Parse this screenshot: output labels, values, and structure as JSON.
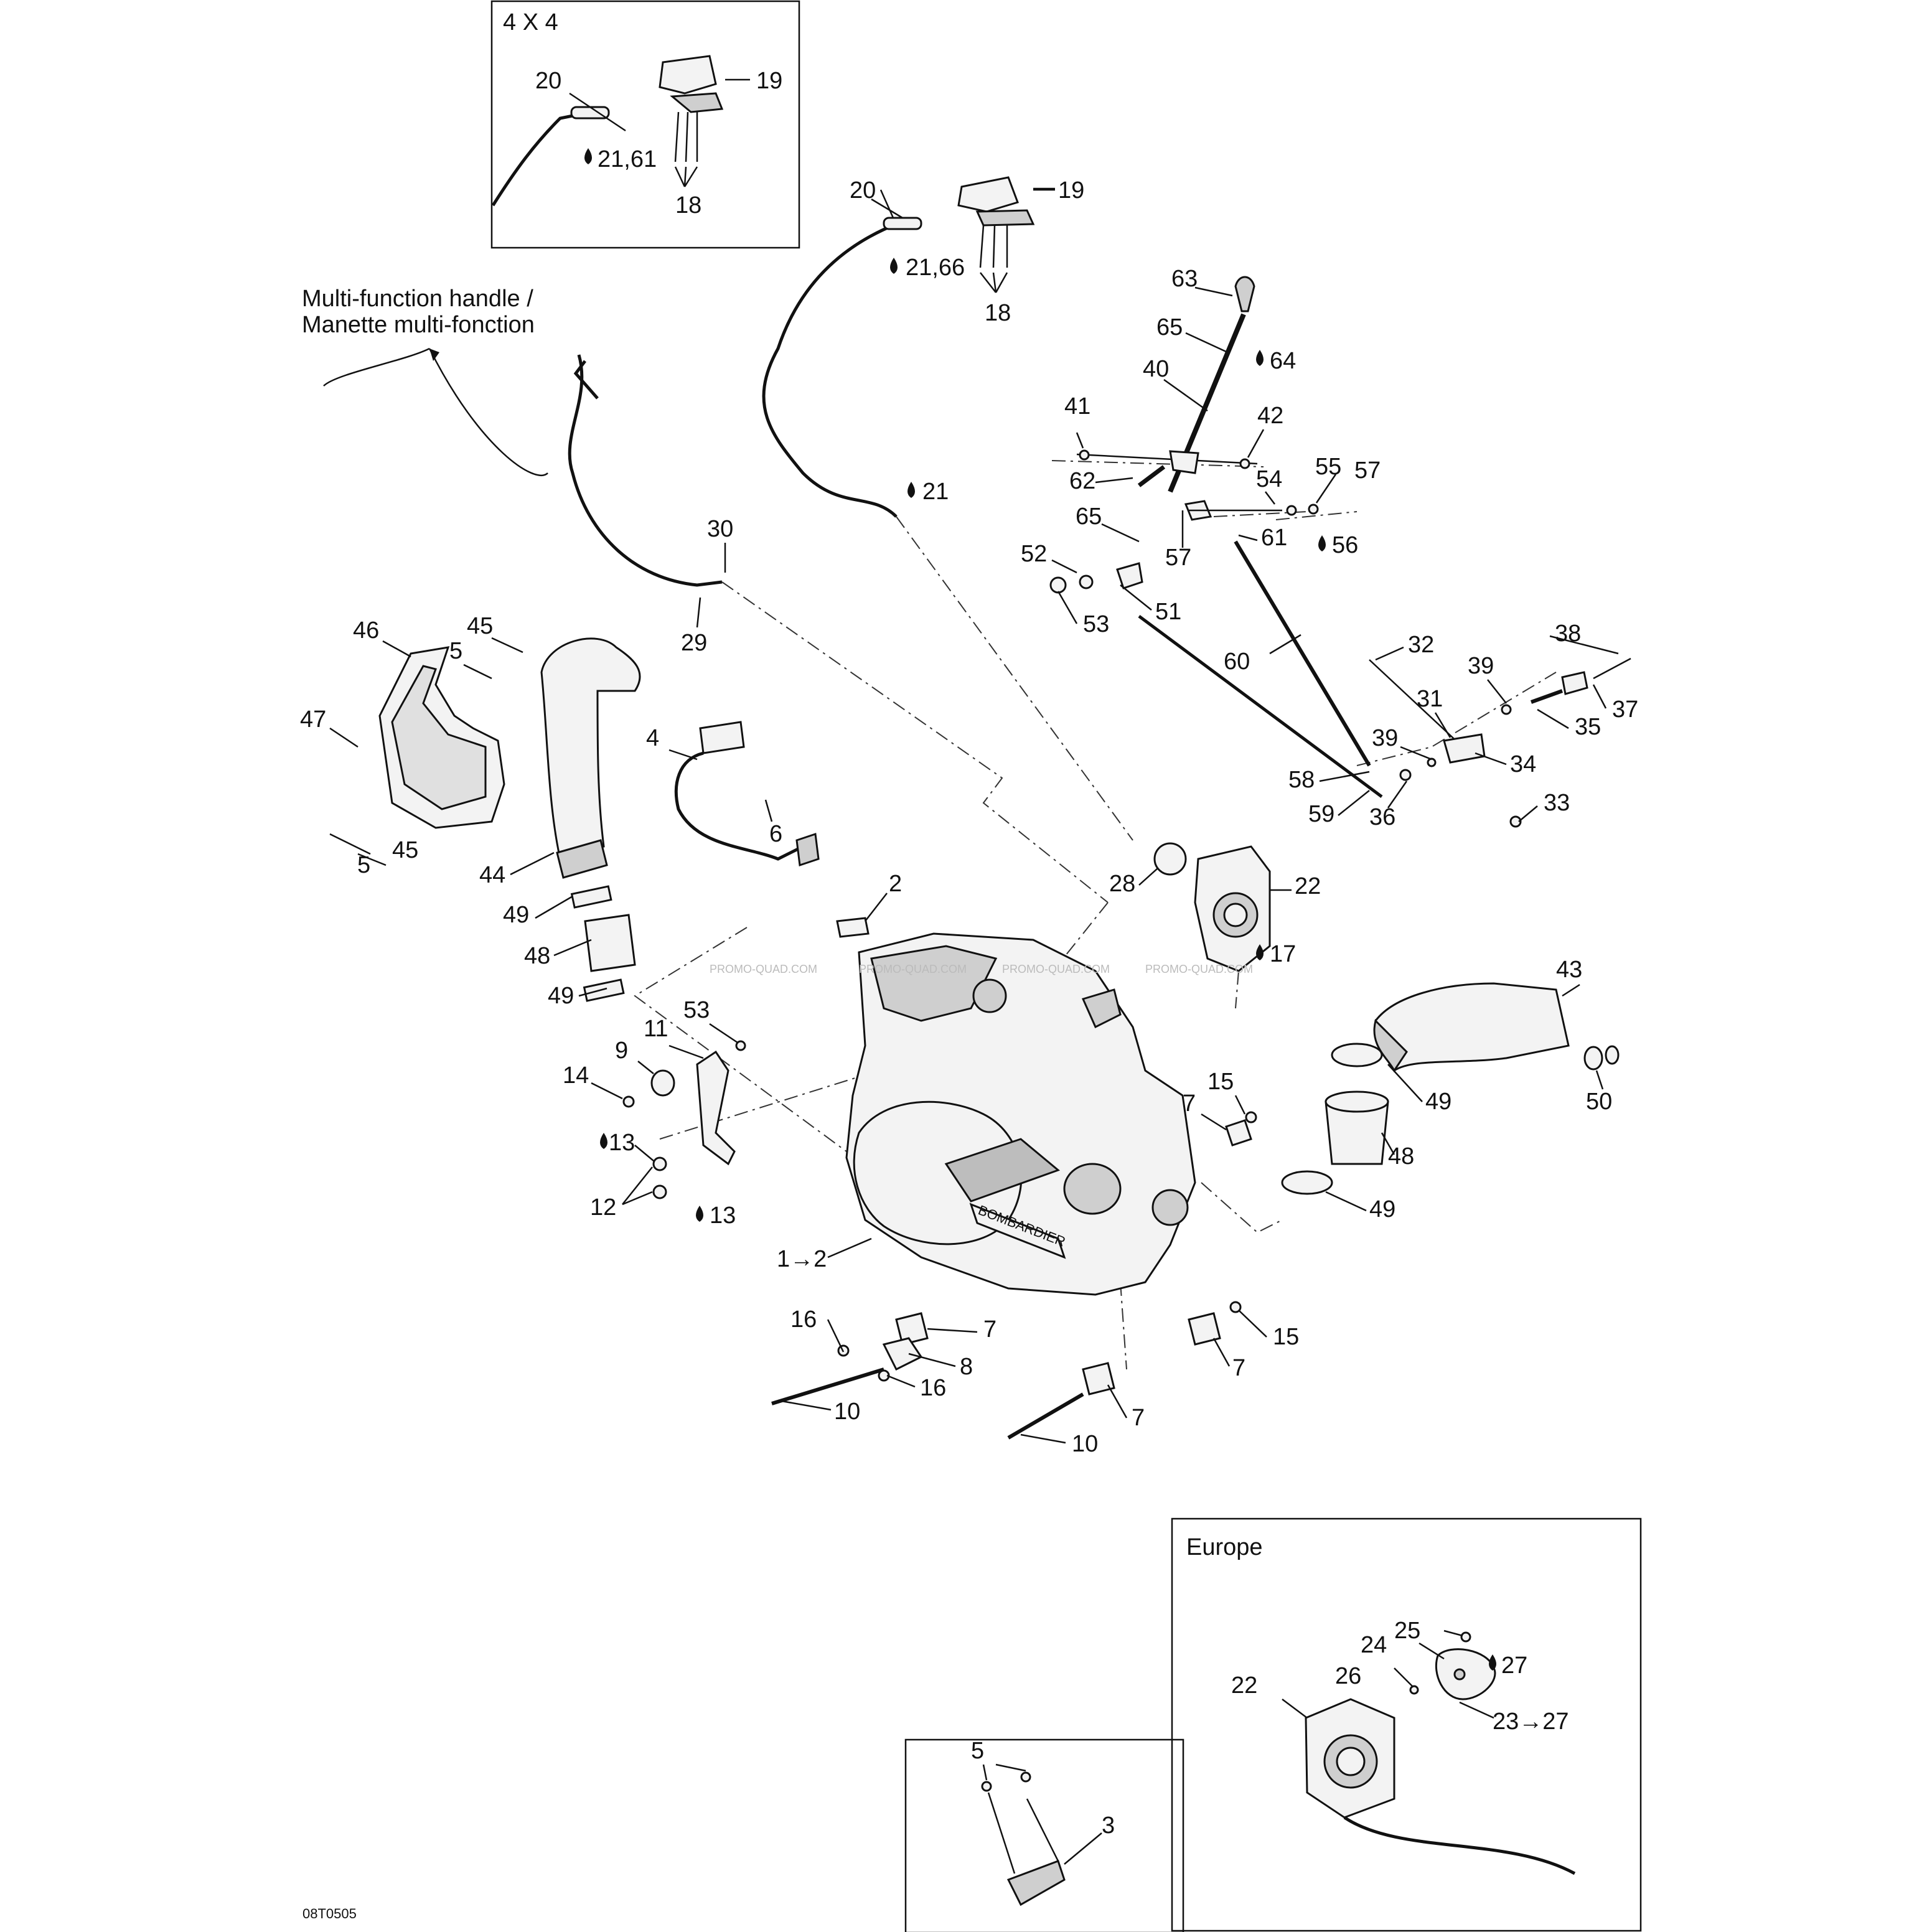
{
  "insets": {
    "four_by_four": {
      "title": "4 X 4",
      "labels": [
        "20",
        "19",
        "21,61",
        "18"
      ]
    },
    "europe": {
      "title": "Europe",
      "labels": [
        "25",
        "24",
        "26",
        "27",
        "22",
        "23→27"
      ]
    },
    "small_box": {
      "labels": [
        "5",
        "3"
      ]
    }
  },
  "multifunction_note": {
    "line1": "Multi-function handle /",
    "line2": "Manette multi-fonction"
  },
  "watermark": "PROMO-QUAD.COM",
  "drawing_code": "08T0505",
  "brand_text": "BOMBARDIER",
  "callouts": [
    "20",
    "19",
    "21,66",
    "18",
    "63",
    "65",
    "64",
    "40",
    "41",
    "42",
    "62",
    "54",
    "55",
    "57",
    "65",
    "56",
    "61",
    "57",
    "52",
    "51",
    "53",
    "21",
    "30",
    "29",
    "60",
    "32",
    "38",
    "39",
    "37",
    "31",
    "35",
    "39",
    "34",
    "58",
    "36",
    "59",
    "33",
    "46",
    "45",
    "5",
    "47",
    "45",
    "5",
    "44",
    "4",
    "6",
    "2",
    "49",
    "48",
    "49",
    "22",
    "28",
    "17",
    "43",
    "11",
    "53",
    "9",
    "14",
    "13",
    "12",
    "13",
    "15",
    "7",
    "49",
    "48",
    "50",
    "49",
    "1→2",
    "16",
    "7",
    "8",
    "16",
    "15",
    "7",
    "10",
    "7",
    "10"
  ],
  "lubricant_marks": [
    "21,61",
    "21,66",
    "64",
    "21",
    "56",
    "17",
    "13",
    "13",
    "27"
  ]
}
